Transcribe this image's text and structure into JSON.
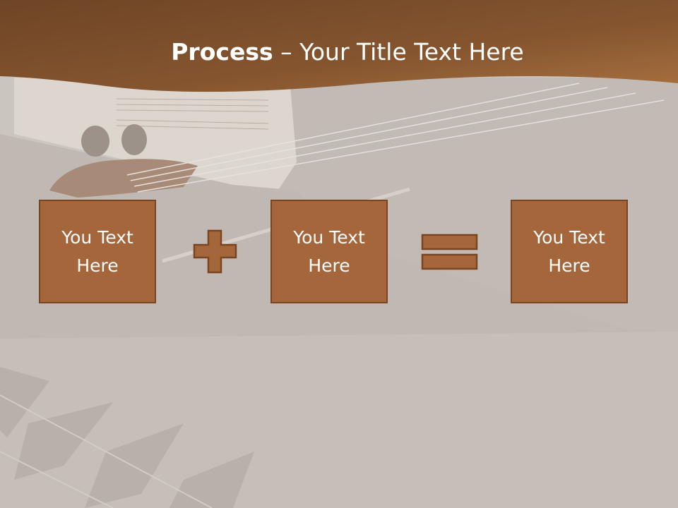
{
  "slide": {
    "title_bold": "Process",
    "title_rest": " – Your Title Text Here",
    "boxes": [
      {
        "text": "You Text Here"
      },
      {
        "text": "You Text Here"
      },
      {
        "text": "You Text Here"
      }
    ],
    "operators": [
      "plus-icon",
      "equals-icon"
    ]
  },
  "colors": {
    "title_band": "#7a4e2c",
    "box_fill": "#a5663c",
    "box_border": "#7a4420",
    "background": "#cbc5c0"
  }
}
